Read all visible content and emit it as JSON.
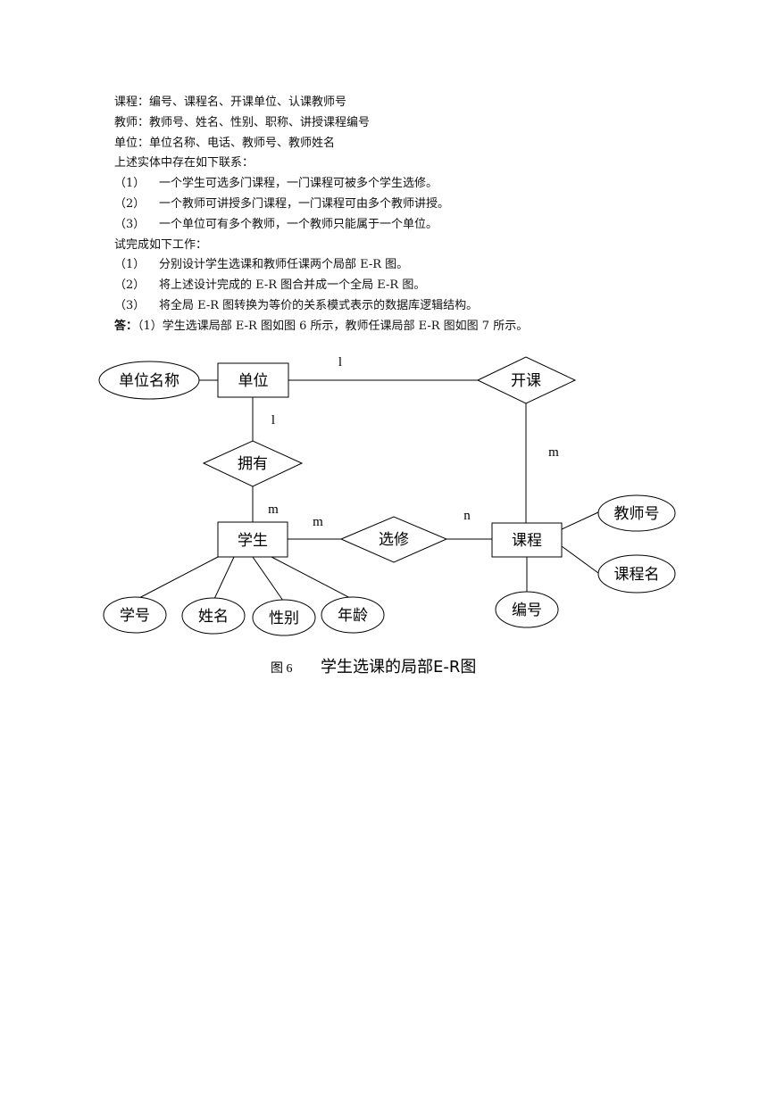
{
  "intro": {
    "lines": [
      "课程：编号、课程名、开课单位、认课教师号",
      "教师：教师号、姓名、性别、职称、讲授课程编号",
      "单位：单位名称、电话、教师号、教师姓名",
      "上述实体中存在如下联系："
    ],
    "relations": [
      {
        "num": "（1）",
        "text": "一个学生可选多门课程，一门课程可被多个学生选修。"
      },
      {
        "num": "（2）",
        "text": "一个教师可讲授多门课程，一门课程可由多个教师讲授。"
      },
      {
        "num": "（3）",
        "text": "一个单位可有多个教师，一个教师只能属于一个单位。"
      }
    ],
    "task_heading": "试完成如下工作：",
    "tasks": [
      {
        "num": "（1）",
        "text": "分别设计学生选课和教师任课两个局部 E-R 图。"
      },
      {
        "num": "（2）",
        "text": "将上述设计完成的 E-R 图合并成一个全局 E-R 图。"
      },
      {
        "num": "（3）",
        "text": "将全局 E-R 图转换为等价的关系模式表示的数据库逻辑结构。"
      }
    ],
    "answer_label": "答：",
    "answer_text": "（1）学生选课局部 E-R 图如图 6 所示，教师任课局部 E-R 图如图 7 所示。"
  },
  "diagram": {
    "entities": {
      "unit": "单位",
      "student": "学生",
      "course": "课程"
    },
    "relationships": {
      "offer": "开课",
      "have": "拥有",
      "select": "选修"
    },
    "attributes": {
      "unit_name": "单位名称",
      "teacher_no": "教师号",
      "course_name": "课程名",
      "course_no": "编号",
      "student_no": "学号",
      "student_name": "姓名",
      "gender": "性别",
      "age": "年龄"
    },
    "cardinalities": {
      "unit_offer": "l",
      "unit_have": "l",
      "offer_course": "m",
      "have_student": "m",
      "student_select": "m",
      "select_course": "n"
    }
  },
  "caption": {
    "number": "图 6",
    "title": "学生选课的局部E-R图"
  }
}
